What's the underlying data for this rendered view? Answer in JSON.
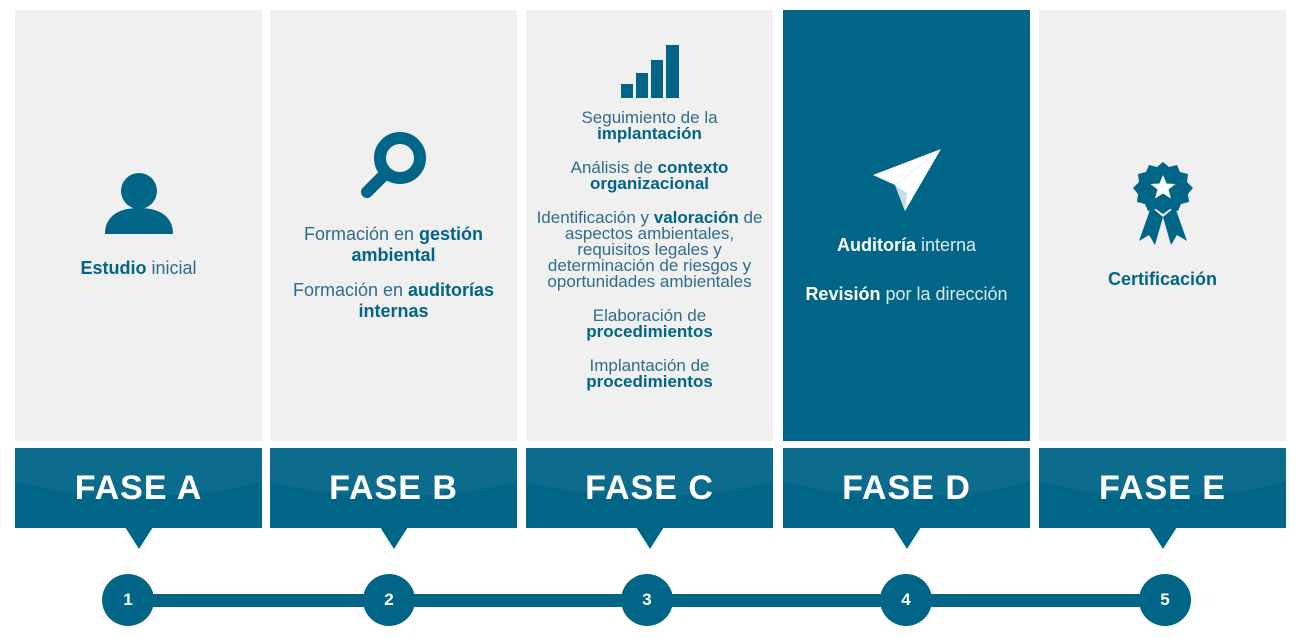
{
  "phases": [
    {
      "label": "FASE A",
      "icon": "user-icon",
      "items": [
        {
          "bold": "Estudio",
          "rest": " inicial"
        }
      ]
    },
    {
      "label": "FASE B",
      "icon": "magnifier-icon",
      "items": [
        {
          "pre": "Formación en ",
          "bold": "gestión ambiental"
        },
        {
          "pre": "Formación en ",
          "bold": "auditorías internas"
        }
      ]
    },
    {
      "label": "FASE C",
      "icon": "bar-chart-icon",
      "items": [
        {
          "pre": "Seguimiento de la ",
          "bold": "implantación"
        },
        {
          "pre": "Análisis de ",
          "bold": "contexto organizacional"
        },
        {
          "pre": "Identificación y ",
          "bold": "valoración",
          "rest": " de aspectos ambientales, requisitos legales y determinación de riesgos y oportunidades ambientales"
        },
        {
          "pre": "Elaboración de ",
          "bold": "procedimientos"
        },
        {
          "pre": "Implantación de ",
          "bold": "procedimientos"
        }
      ]
    },
    {
      "label": "FASE D",
      "icon": "paper-plane-icon",
      "items": [
        {
          "bold": "Auditoría",
          "rest": " interna"
        },
        {
          "bold": "Revisión",
          "rest": " por la dirección"
        }
      ]
    },
    {
      "label": "FASE E",
      "icon": "award-ribbon-icon",
      "items": [
        {
          "bold": "Certificación"
        }
      ]
    }
  ],
  "steps": [
    "1",
    "2",
    "3",
    "4",
    "5"
  ],
  "colors": {
    "primary": "#006587",
    "panel": "#f0f0f0",
    "text": "#2f6d8a"
  }
}
